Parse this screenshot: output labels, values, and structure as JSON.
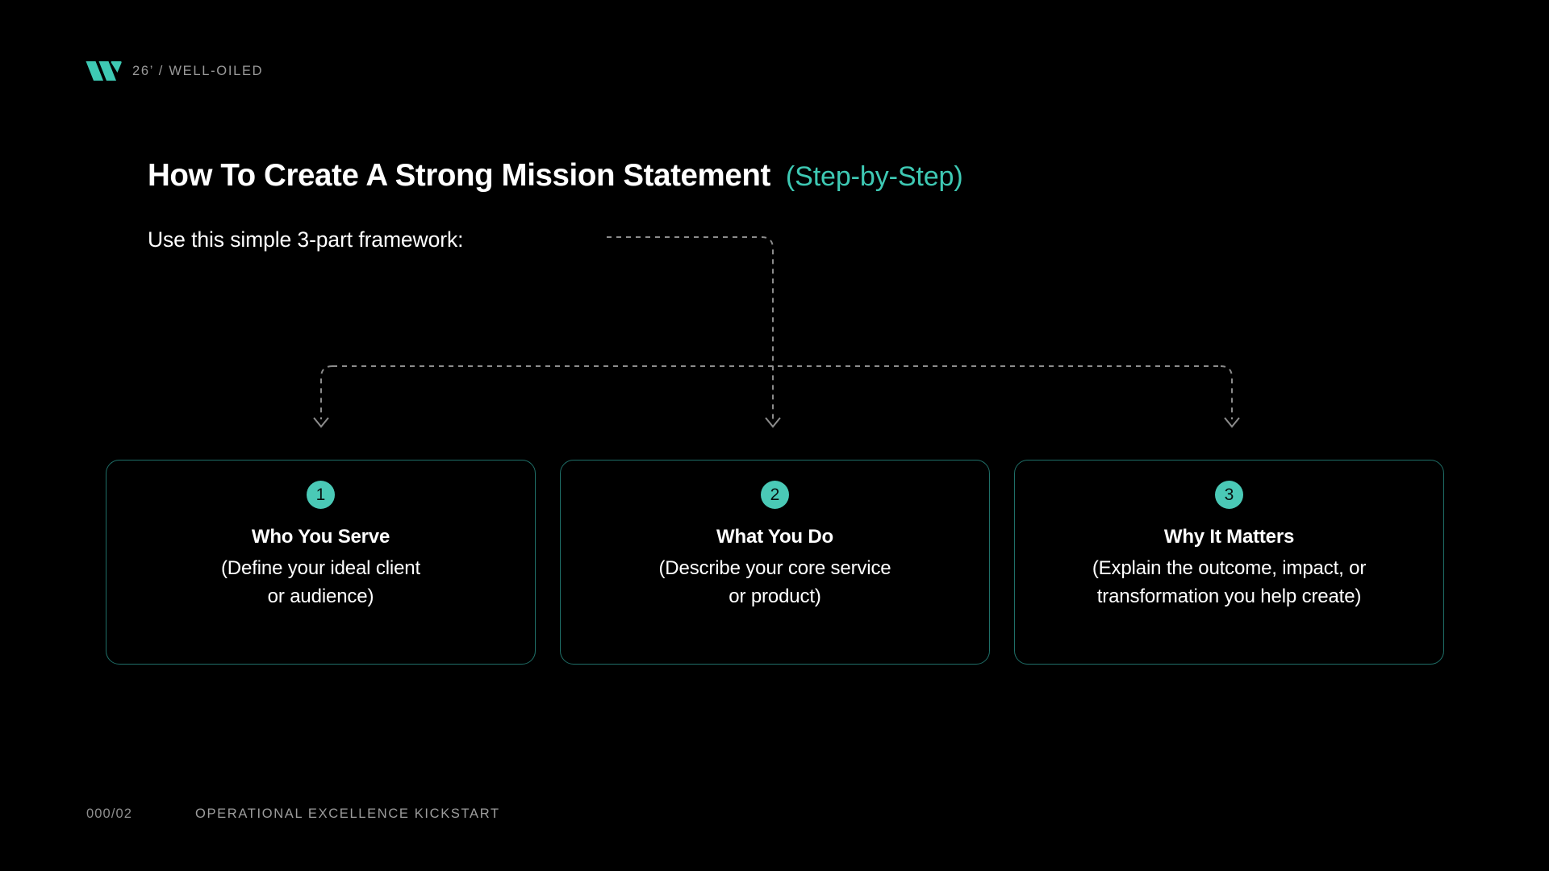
{
  "theme": {
    "background": "#000000",
    "accent": "#3ec9b4",
    "badge_fill": "#4ac9b6",
    "card_border": "#1f6f68",
    "connector": "#8c8c8c",
    "muted_text": "#9a9a9a",
    "text": "#ffffff"
  },
  "header": {
    "logo_icon": "well-oiled-w-logo",
    "brand_text": "26’ / WELL-OILED"
  },
  "title": {
    "main": "How To Create A Strong Mission Statement",
    "accent": "(Step-by-Step)"
  },
  "subtitle": "Use this simple 3-part framework:",
  "cards": [
    {
      "number": "1",
      "title": "Who You Serve",
      "body": "(Define your ideal client\nor audience)"
    },
    {
      "number": "2",
      "title": "What You Do",
      "body": "(Describe your core service\nor product)"
    },
    {
      "number": "3",
      "title": "Why It Matters",
      "body": "(Explain the outcome, impact, or\ntransformation you help create)"
    }
  ],
  "footer": {
    "page_number": "000/02",
    "deck_label": "OPERATIONAL EXCELLENCE KICKSTART"
  }
}
